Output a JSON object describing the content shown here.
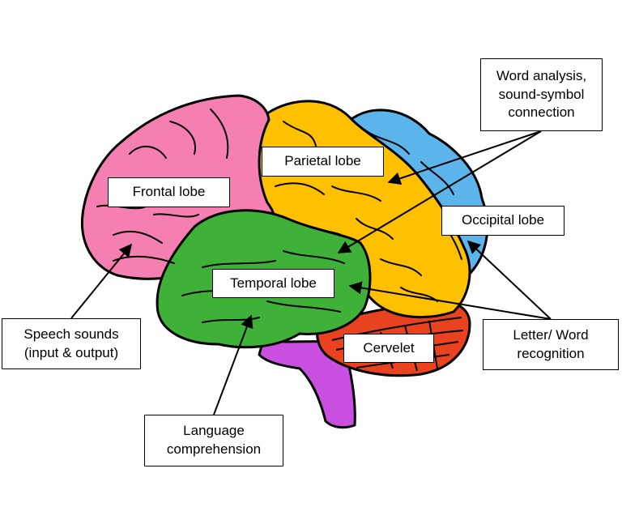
{
  "labels": {
    "frontal": "Frontal lobe",
    "parietal": "Parietal lobe",
    "occipital": "Occipital lobe",
    "temporal": "Temporal lobe",
    "cerebellum": "Cervelet",
    "word_analysis": [
      "Word analysis,",
      "sound-symbol",
      "connection"
    ],
    "letter_word": [
      "Letter/ Word",
      "recognition"
    ],
    "speech": [
      "Speech sounds",
      "(input & output)"
    ],
    "language": [
      "Language",
      "comprehension"
    ]
  },
  "colors": {
    "frontal": "#f47fb0",
    "parietal": "#ffc000",
    "occipital": "#5bb4ea",
    "temporal": "#3fb038",
    "cerebellum": "#e8431e",
    "brainstem": "#c84fe0",
    "outline": "#000000"
  }
}
